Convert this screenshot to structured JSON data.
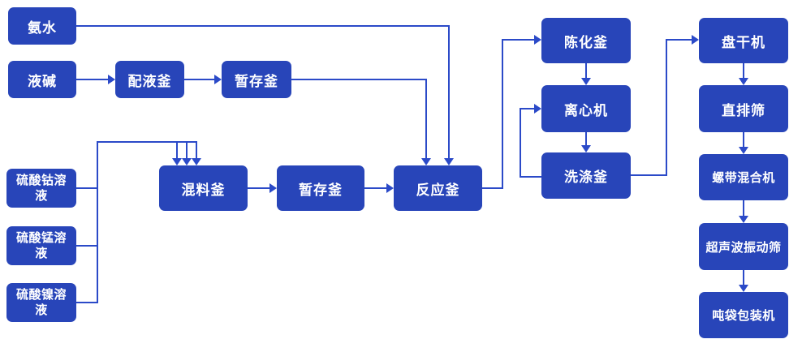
{
  "colors": {
    "node_fill": "#2845b9",
    "node_text": "#ffffff",
    "connector": "#2b4ac8",
    "background": "#ffffff"
  },
  "nodes": {
    "ammonia": {
      "label": "氨水"
    },
    "liquid_caustic": {
      "label": "液碱"
    },
    "dosing_kettle": {
      "label": "配液釜"
    },
    "buffer_kettle_top": {
      "label": "暂存釜"
    },
    "cobalt_sulfate_solution": {
      "label": "硫酸钴溶液"
    },
    "manganese_sulfate_solution": {
      "label": "硫酸锰溶液"
    },
    "nickel_sulfate_solution": {
      "label": "硫酸镍溶液"
    },
    "mixing_kettle": {
      "label": "混料釜"
    },
    "buffer_kettle_mid": {
      "label": "暂存釜"
    },
    "reaction_kettle": {
      "label": "反应釜"
    },
    "aging_kettle": {
      "label": "陈化釜"
    },
    "centrifuge": {
      "label": "离心机"
    },
    "washing_kettle": {
      "label": "洗涤釜"
    },
    "tray_dryer": {
      "label": "盘干机"
    },
    "linear_sieve": {
      "label": "直排筛"
    },
    "ribbon_mixer": {
      "label": "螺带混合机"
    },
    "ultrasonic_vibrating_sieve": {
      "label": "超声波振动筛"
    },
    "ton_bag_packer": {
      "label": "吨袋包装机"
    }
  }
}
